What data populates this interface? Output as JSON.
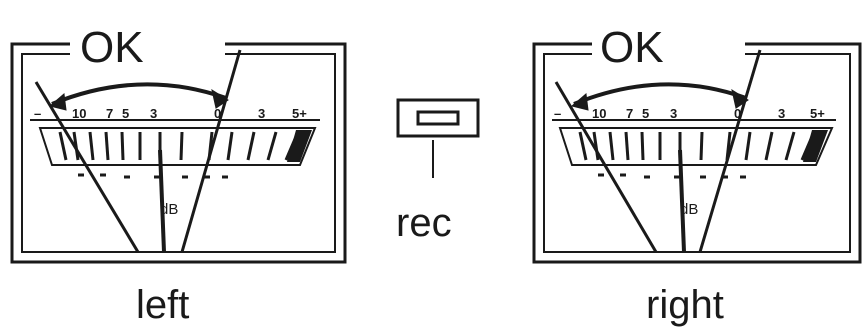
{
  "meters": [
    {
      "ok_label": "OK",
      "caption": "left",
      "scale_labels": [
        "–",
        "10",
        "7",
        "5",
        "3",
        "0",
        "3",
        "5+"
      ],
      "unit_label": "dB"
    },
    {
      "ok_label": "OK",
      "caption": "right",
      "scale_labels": [
        "–",
        "10",
        "7",
        "5",
        "3",
        "0",
        "3",
        "5+"
      ],
      "unit_label": "dB"
    }
  ],
  "rec_indicator": {
    "label": "rec"
  }
}
